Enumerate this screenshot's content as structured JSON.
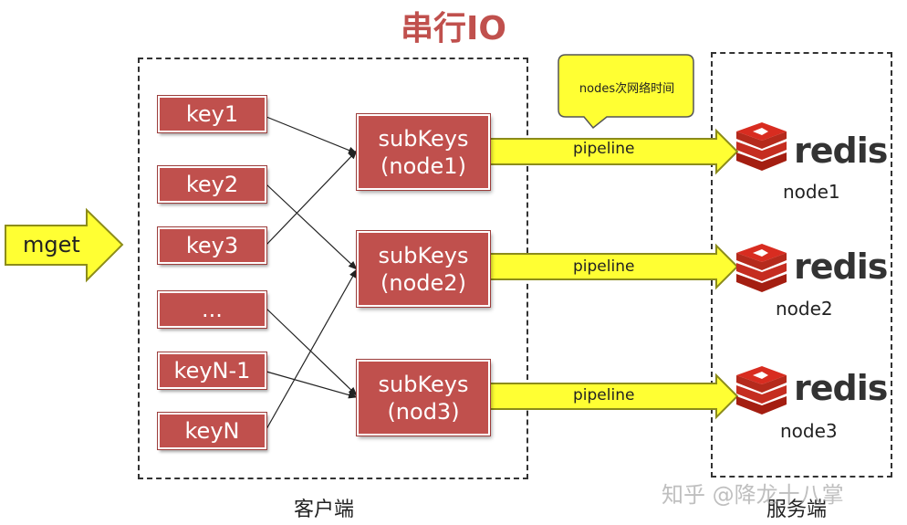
{
  "title": "串行IO",
  "input_arrow_label": "mget",
  "keys": [
    "key1",
    "key2",
    "key3",
    "...",
    "keyN-1",
    "keyN"
  ],
  "subkeys": [
    {
      "line1": "subKeys",
      "line2": "(node1)"
    },
    {
      "line1": "subKeys",
      "line2": "(node2)"
    },
    {
      "line1": "subKeys",
      "line2": "(nod3)"
    }
  ],
  "pipeline_label": "pipeline",
  "callout": "nodes次网络时间",
  "redis_word": "redis",
  "nodes": [
    "node1",
    "node2",
    "node3"
  ],
  "client_label": "客户端",
  "server_label": "服务端",
  "watermark": "知乎 @降龙十八掌",
  "colors": {
    "key_fill": "#c0504d",
    "arrow_fill": "#ffff33",
    "arrow_stroke": "#8c8c1a",
    "title": "#c0504d",
    "redis_red": "#d82c20"
  }
}
